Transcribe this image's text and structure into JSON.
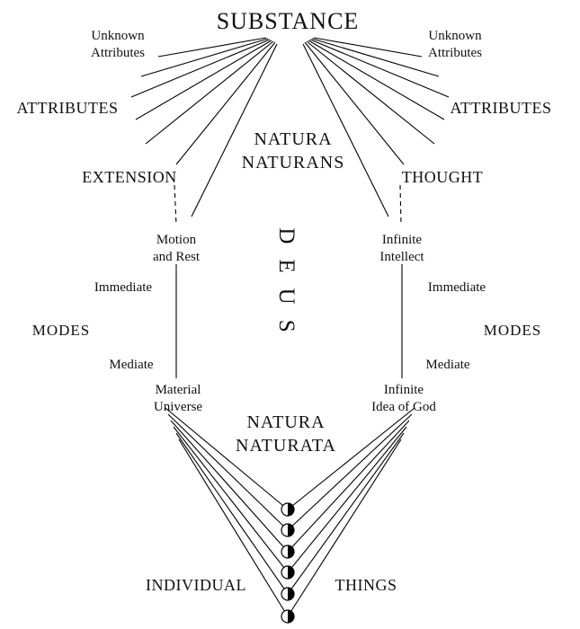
{
  "diagram": {
    "substance": "SUBSTANCE",
    "unknown_attributes": {
      "line1": "Unknown",
      "line2": "Attributes"
    },
    "attributes": "ATTRIBUTES",
    "extension": "EXTENSION",
    "thought": "THOUGHT",
    "natura_naturans": {
      "line1": "NATURA",
      "line2": "NATURANS"
    },
    "deus": "DEUS",
    "motion_and_rest": {
      "line1": "Motion",
      "line2": "and Rest"
    },
    "infinite_intellect": {
      "line1": "Infinite",
      "line2": "Intellect"
    },
    "immediate": "Immediate",
    "modes": "MODES",
    "mediate": "Mediate",
    "material_universe": {
      "line1": "Material",
      "line2": "Universe"
    },
    "infinite_idea_of_god": {
      "line1": "Infinite",
      "line2": "Idea of God"
    },
    "natura_naturata": {
      "line1": "NATURA",
      "line2": "NATURATA"
    },
    "individual": "INDIVIDUAL",
    "things": "THINGS"
  },
  "colors": {
    "background": "#ffffff",
    "line": "#000000",
    "text": "#111111"
  }
}
